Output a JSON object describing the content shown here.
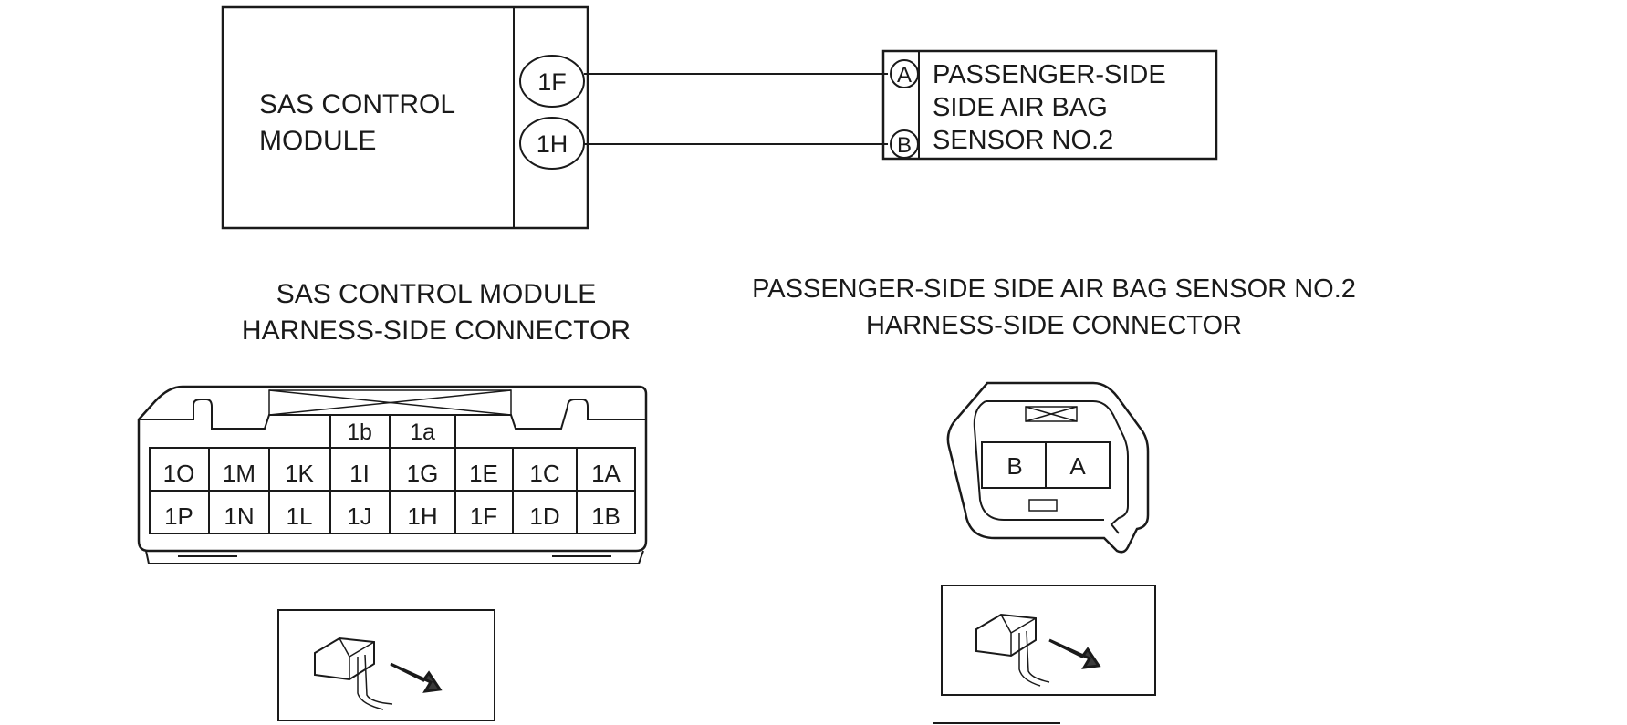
{
  "module": {
    "name_line1": "SAS CONTROL",
    "name_line2": "MODULE",
    "terminals": [
      "1F",
      "1H"
    ]
  },
  "sensor": {
    "name_lines": [
      "PASSENGER-SIDE",
      "SIDE AIR BAG",
      "SENSOR NO.2"
    ],
    "terminals": [
      "A",
      "B"
    ]
  },
  "sas_connector": {
    "title_line1": "SAS CONTROL MODULE",
    "title_line2": "HARNESS-SIDE CONNECTOR",
    "top_row": [
      "1b",
      "1a"
    ],
    "row1": [
      "1O",
      "1M",
      "1K",
      "1I",
      "1G",
      "1E",
      "1C",
      "1A"
    ],
    "row2": [
      "1P",
      "1N",
      "1L",
      "1J",
      "1H",
      "1F",
      "1D",
      "1B"
    ]
  },
  "sensor_connector": {
    "title_line1": "PASSENGER-SIDE SIDE AIR BAG SENSOR NO.2",
    "title_line2": "HARNESS-SIDE CONNECTOR",
    "pins": [
      "B",
      "A"
    ]
  },
  "icons": [
    "harness-side-view-icon",
    "harness-side-view-icon"
  ]
}
